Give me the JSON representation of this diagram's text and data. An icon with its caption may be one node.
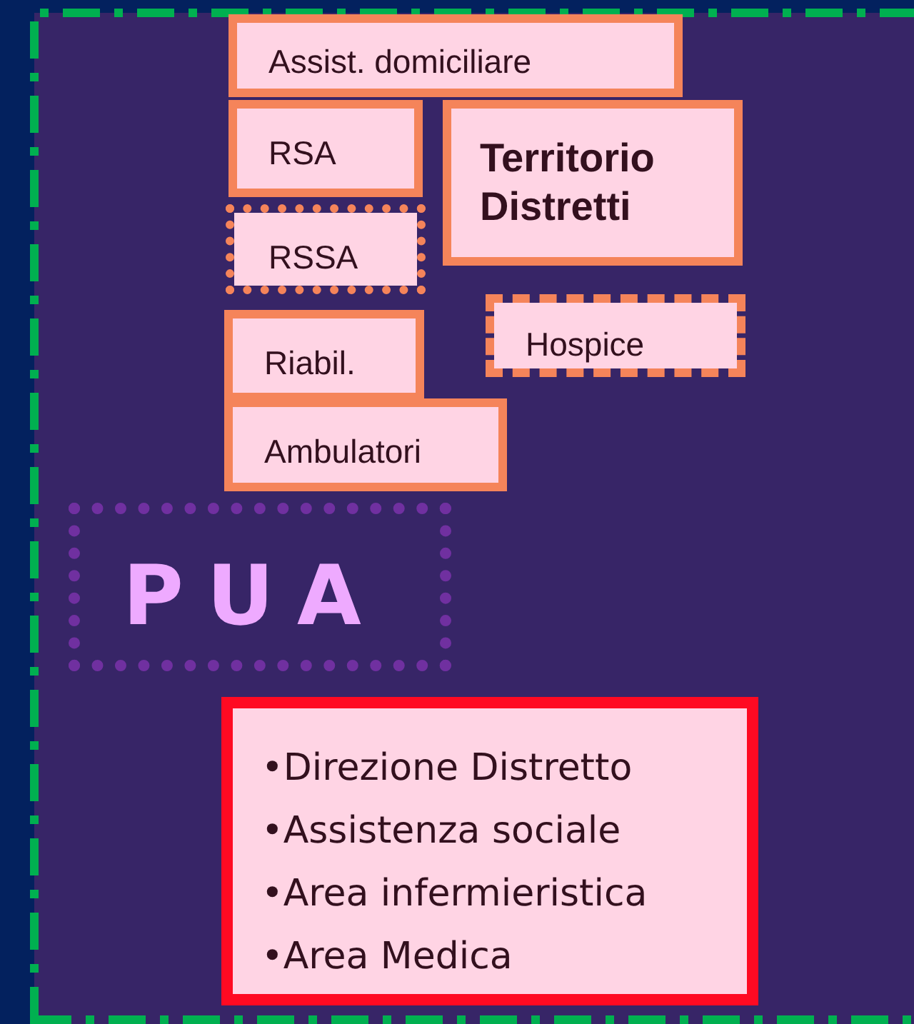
{
  "diagram": {
    "nodes": [
      {
        "text": [
          "Assist. domiciliare"
        ]
      },
      {
        "text": [
          "RSA"
        ]
      },
      {
        "text": [
          "Territorio Distretti"
        ]
      },
      {
        "text": [
          "RSSA"
        ]
      },
      {
        "text": [
          "Hospice"
        ]
      },
      {
        "text": [
          "Riabil."
        ]
      },
      {
        "text": [
          "Ambulatori"
        ]
      },
      {
        "text": [
          "P U A"
        ]
      },
      {
        "text": [
          "•Direzione Distretto",
          "•Assistenza sociale",
          "•Area infermieristica",
          "•Area Medica"
        ]
      }
    ]
  }
}
